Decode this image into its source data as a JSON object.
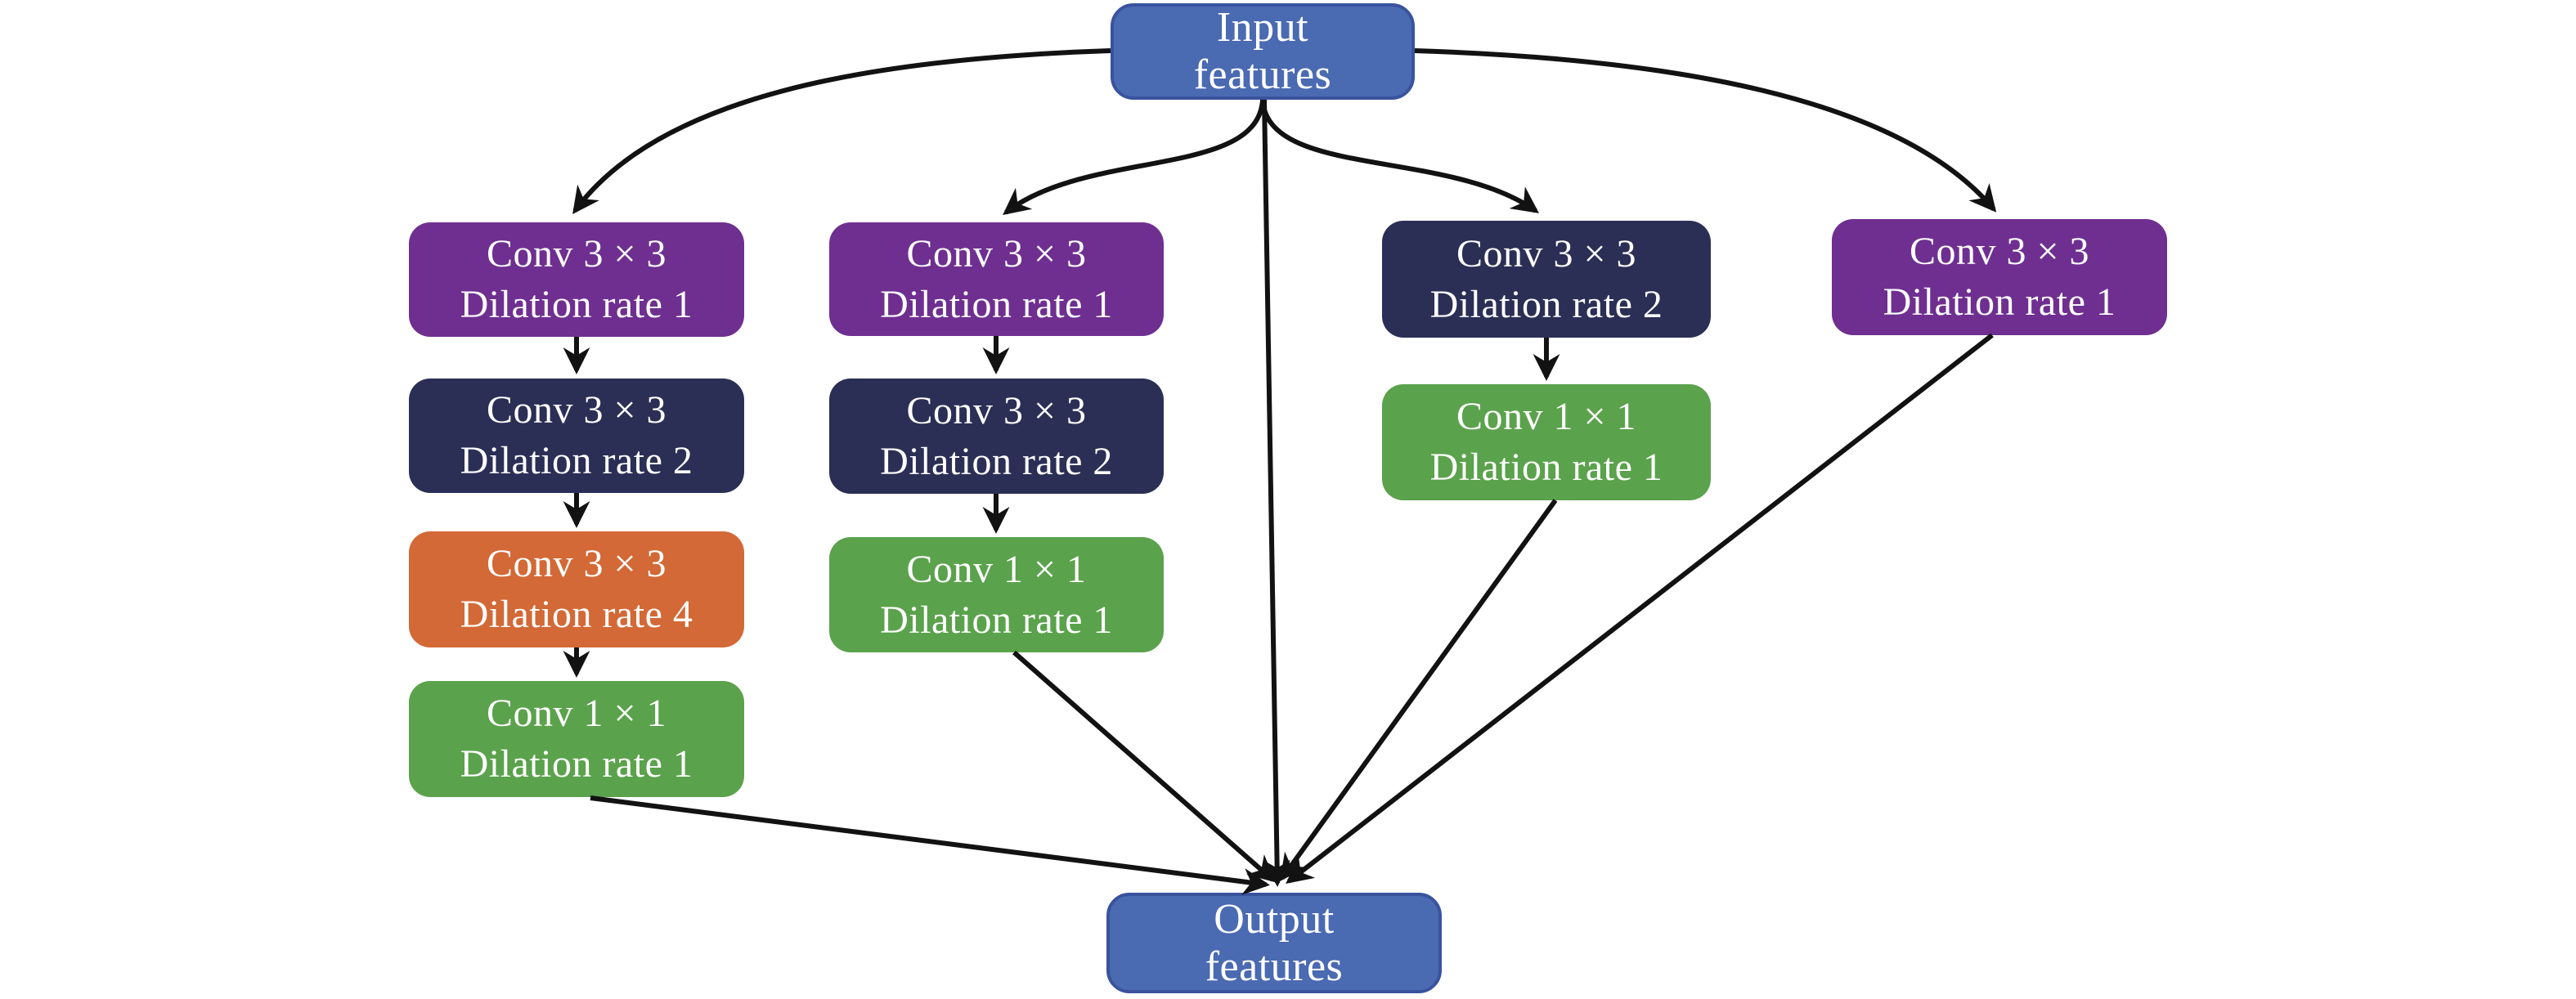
{
  "diagram": {
    "description": "Multi-branch dilated convolution module",
    "background": "#ffffff"
  },
  "colors": {
    "blue": "#4a6ab1",
    "blue_border": "#39539f",
    "purple": "#6f2f90",
    "navy": "#2b2f55",
    "orange": "#d36936",
    "green": "#5ba24c",
    "arrow": "#121212",
    "text": "#ffffff"
  },
  "nodes": {
    "input": {
      "line1": "Input",
      "line2": "features",
      "color": "blue"
    },
    "c1b1": {
      "line1": "Conv 3 × 3",
      "line2": "Dilation rate 1",
      "color": "purple"
    },
    "c1b2": {
      "line1": "Conv 3 × 3",
      "line2": "Dilation rate 2",
      "color": "navy"
    },
    "c1b3": {
      "line1": "Conv 3 × 3",
      "line2": "Dilation rate 4",
      "color": "orange"
    },
    "c1b4": {
      "line1": "Conv 1 × 1",
      "line2": "Dilation rate 1",
      "color": "green"
    },
    "c2b1": {
      "line1": "Conv 3 × 3",
      "line2": "Dilation rate 1",
      "color": "purple"
    },
    "c2b2": {
      "line1": "Conv 3 × 3",
      "line2": "Dilation rate 2",
      "color": "navy"
    },
    "c2b3": {
      "line1": "Conv 1 × 1",
      "line2": "Dilation rate 1",
      "color": "green"
    },
    "c3b1": {
      "line1": "Conv 3 × 3",
      "line2": "Dilation rate 2",
      "color": "navy"
    },
    "c3b2": {
      "line1": "Conv 1 × 1",
      "line2": "Dilation rate 1",
      "color": "green"
    },
    "c4b1": {
      "line1": "Conv 3 × 3",
      "line2": "Dilation rate 1",
      "color": "purple"
    },
    "output": {
      "line1": "Output",
      "line2": "features",
      "color": "blue"
    }
  },
  "edges": [
    {
      "from": "input",
      "to": "c1b1",
      "style": "curve"
    },
    {
      "from": "input",
      "to": "c2b1",
      "style": "curve"
    },
    {
      "from": "input",
      "to": "c3b1",
      "style": "curve"
    },
    {
      "from": "input",
      "to": "c4b1",
      "style": "curve"
    },
    {
      "from": "input",
      "to": "output",
      "style": "straight"
    },
    {
      "from": "c1b1",
      "to": "c1b2",
      "style": "straight"
    },
    {
      "from": "c1b2",
      "to": "c1b3",
      "style": "straight"
    },
    {
      "from": "c1b3",
      "to": "c1b4",
      "style": "straight"
    },
    {
      "from": "c2b1",
      "to": "c2b2",
      "style": "straight"
    },
    {
      "from": "c2b2",
      "to": "c2b3",
      "style": "straight"
    },
    {
      "from": "c3b1",
      "to": "c3b2",
      "style": "straight"
    },
    {
      "from": "c1b4",
      "to": "output",
      "style": "straight"
    },
    {
      "from": "c2b3",
      "to": "output",
      "style": "straight"
    },
    {
      "from": "c3b2",
      "to": "output",
      "style": "straight"
    },
    {
      "from": "c4b1",
      "to": "output",
      "style": "straight"
    }
  ]
}
